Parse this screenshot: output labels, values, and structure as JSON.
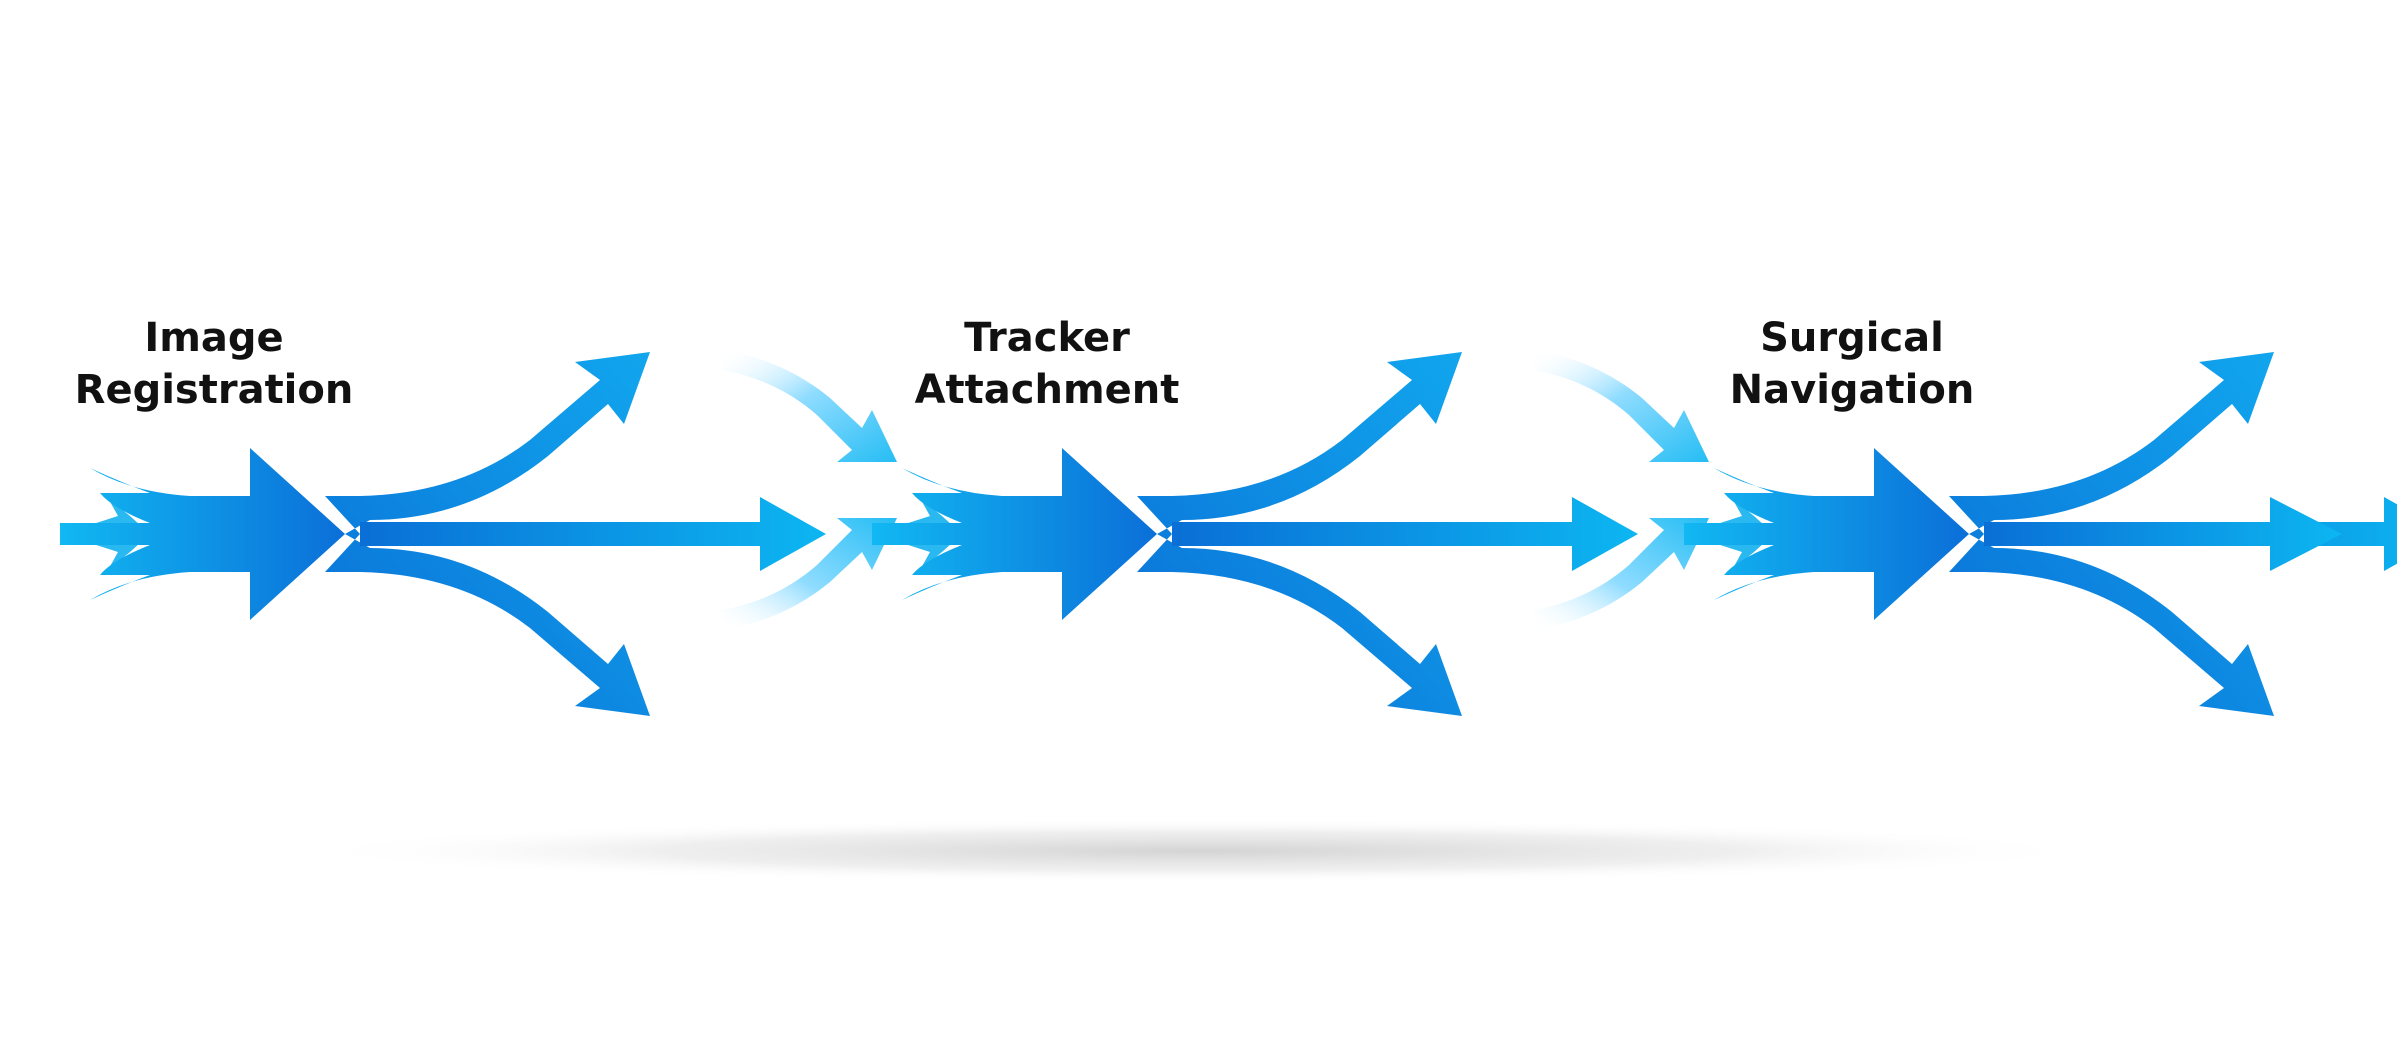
{
  "diagram": {
    "stages": [
      {
        "line1": "Image",
        "line2": "Registration"
      },
      {
        "line1": "Tracker",
        "line2": "Attachment"
      },
      {
        "line1": "Surgical",
        "line2": "Navigation"
      }
    ]
  },
  "colors": {
    "arrow_dark": "#0b6fd8",
    "arrow_light": "#0cb4f0",
    "arrow_faint": "#cdefff",
    "label_text": "#111111",
    "shadow": "#d0d0d0"
  }
}
